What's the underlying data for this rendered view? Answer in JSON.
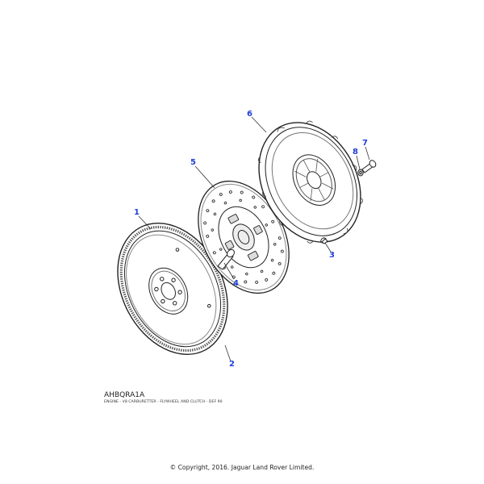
{
  "diagram": {
    "code": "AHBQRA1A",
    "title": "ENGINE - V8 CARBURETTER - FLYWHEEL AND CLUTCH - DEF 90",
    "accent_color": "#1f3fd6",
    "callouts": [
      {
        "number": "1",
        "part": "flywheel"
      },
      {
        "number": "2",
        "part": "flywheel-ring-gear"
      },
      {
        "number": "3",
        "part": "dowel"
      },
      {
        "number": "4",
        "part": "flywheel-bolt"
      },
      {
        "number": "5",
        "part": "clutch-disc"
      },
      {
        "number": "6",
        "part": "clutch-pressure-plate"
      },
      {
        "number": "7",
        "part": "pressure-plate-bolt"
      },
      {
        "number": "8",
        "part": "spring-washer"
      }
    ]
  },
  "footer": {
    "copyright": "© Copyright, 2016. Jaguar Land Rover Limited."
  }
}
